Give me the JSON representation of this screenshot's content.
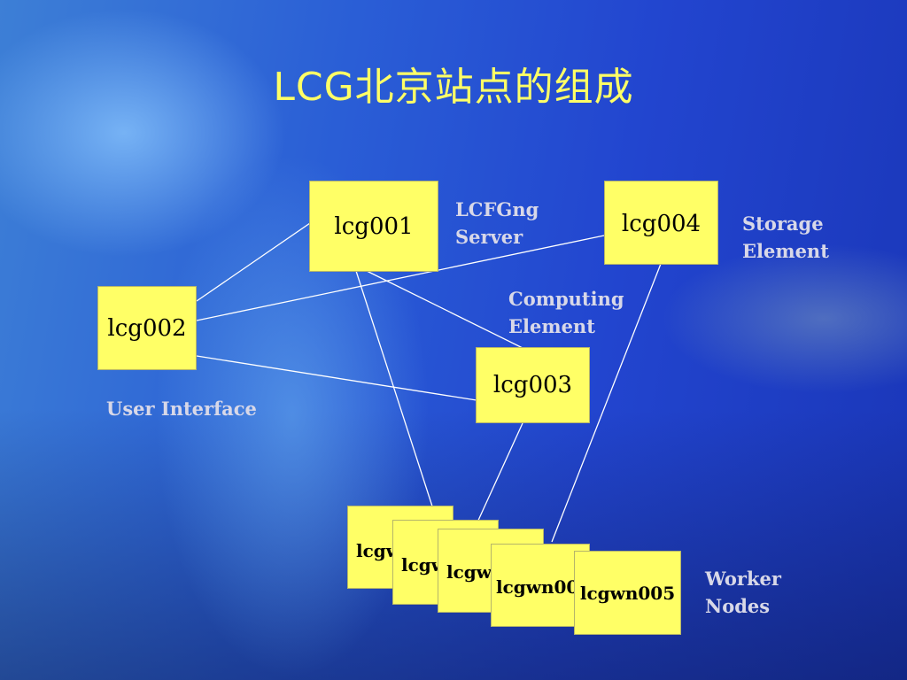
{
  "slide": {
    "title": "LCG北京站点的组成"
  },
  "nodes": {
    "lcg001": "lcg001",
    "lcg002": "lcg002",
    "lcg003": "lcg003",
    "lcg004": "lcg004"
  },
  "worker_nodes": [
    "lcgwn001",
    "lcgwn002",
    "lcgwn003",
    "lcgwn004",
    "lcgwn005"
  ],
  "labels": {
    "lcfgng_server": [
      "LCFGng",
      "Server"
    ],
    "storage_element": [
      "Storage",
      "Element"
    ],
    "computing_element": [
      "Computing",
      "Element"
    ],
    "user_interface": "User Interface",
    "worker_nodes": [
      "Worker",
      "Nodes"
    ]
  },
  "colors": {
    "box_fill": "#ffff66",
    "title": "#ffff66",
    "label": "#d8d8e8",
    "link": "#ffffff"
  }
}
